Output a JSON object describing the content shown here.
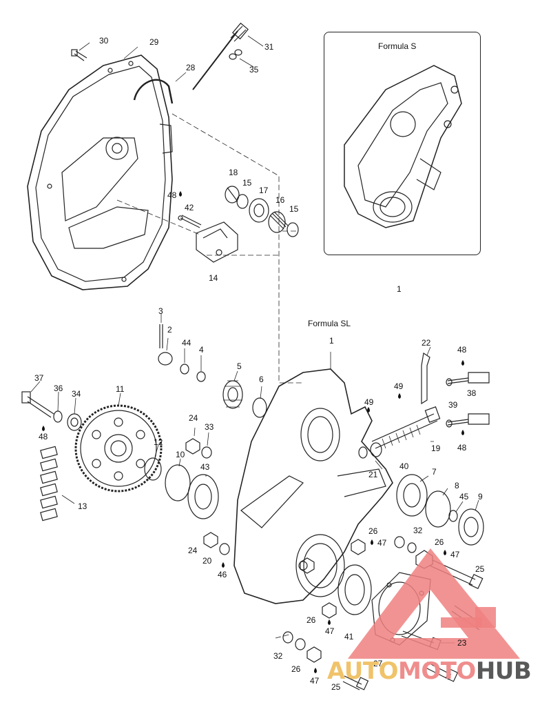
{
  "diagram": {
    "inset_title": "Formula S",
    "main_title": "Formula SL",
    "inset_ref": "1",
    "callouts": {
      "p1": "1",
      "p2": "2",
      "p3": "3",
      "p4": "4",
      "p5": "5",
      "p6": "6",
      "p7": "7",
      "p8": "8",
      "p9": "9",
      "p10": "10",
      "p11": "11",
      "p12": "12",
      "p13": "13",
      "p14": "14",
      "p15a": "15",
      "p15b": "15",
      "p16": "16",
      "p17": "17",
      "p18": "18",
      "p19": "19",
      "p20": "20",
      "p21": "21",
      "p22": "22",
      "p23": "23",
      "p24a": "24",
      "p24b": "24",
      "p25a": "25",
      "p25b": "25",
      "p26a": "26",
      "p26b": "26",
      "p26c": "26",
      "p26d": "26",
      "p27": "27",
      "p28": "28",
      "p29": "29",
      "p30": "30",
      "p31": "31",
      "p32a": "32",
      "p32b": "32",
      "p33": "33",
      "p34": "34",
      "p35": "35",
      "p36": "36",
      "p37": "37",
      "p38": "38",
      "p39": "39",
      "p40": "40",
      "p41": "41",
      "p42": "42",
      "p43": "43",
      "p44": "44",
      "p45": "45",
      "p46": "46",
      "p47a": "47",
      "p47b": "47",
      "p47c": "47",
      "p47d": "47",
      "p48a": "48",
      "p48b": "48",
      "p48c": "48",
      "p48d": "48",
      "p49a": "49",
      "p49b": "49"
    }
  },
  "watermark": {
    "part1": "AUTO",
    "part2": "MOTO",
    "part3": "HUB",
    "colors": {
      "auto": "#f0c36a",
      "moto": "#ef8d8d",
      "hub": "#595959",
      "triangle": "#f08080"
    }
  }
}
